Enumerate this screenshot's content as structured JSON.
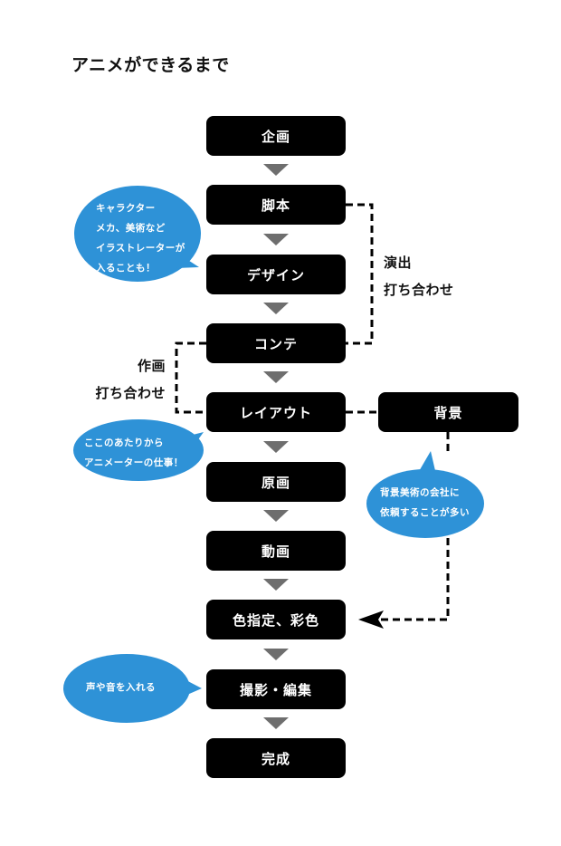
{
  "title": "アニメができるまで",
  "colors": {
    "box": "#000000",
    "box_text": "#ffffff",
    "arrow": "#6e6e6e",
    "bubble": "#2e92d7",
    "connector": "#000000"
  },
  "steps": [
    {
      "label": "企画"
    },
    {
      "label": "脚本"
    },
    {
      "label": "デザイン"
    },
    {
      "label": "コンテ"
    },
    {
      "label": "レイアウト"
    },
    {
      "label": "原画"
    },
    {
      "label": "動画"
    },
    {
      "label": "色指定、彩色"
    },
    {
      "label": "撮影・編集"
    },
    {
      "label": "完成"
    }
  ],
  "side_step": {
    "label": "背景"
  },
  "connector_labels": {
    "direction_meeting": [
      "演出",
      "打ち合わせ"
    ],
    "drawing_meeting": [
      "作画",
      "打ち合わせ"
    ]
  },
  "bubbles": [
    {
      "lines": [
        "キャラクター",
        "メカ、美術など",
        "イラストレーターが",
        "入ることも！"
      ]
    },
    {
      "lines": [
        "ここのあたりから",
        "アニメーターの仕事！"
      ]
    },
    {
      "lines": [
        "背景美術の会社に",
        "依頼することが多い"
      ]
    },
    {
      "lines": [
        "声や音を入れる"
      ]
    }
  ]
}
